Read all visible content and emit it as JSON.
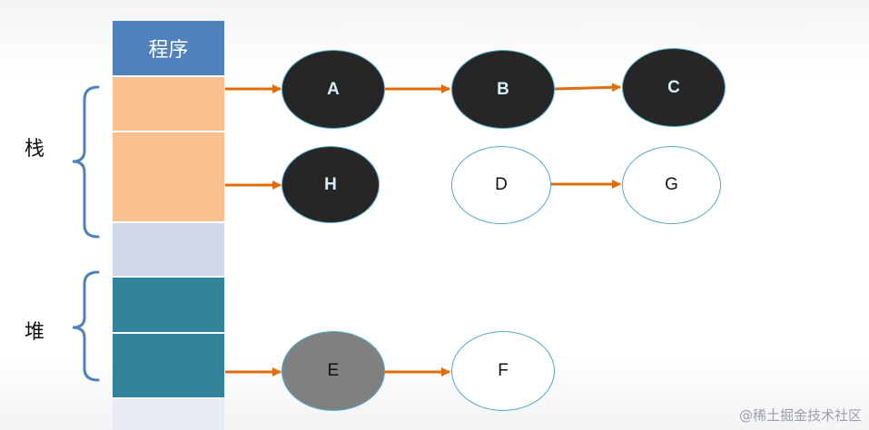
{
  "program_column": {
    "title": "程序",
    "colors": {
      "title": "#4f81bd",
      "stack": "#fac090",
      "free": "#d0d9e8",
      "heap": "#31849b"
    }
  },
  "regions": {
    "stack_label": "栈",
    "heap_label": "堆"
  },
  "nodes": [
    {
      "id": "A",
      "label": "A",
      "fill": "dark"
    },
    {
      "id": "B",
      "label": "B",
      "fill": "dark"
    },
    {
      "id": "C",
      "label": "C",
      "fill": "dark"
    },
    {
      "id": "H",
      "label": "H",
      "fill": "dark"
    },
    {
      "id": "D",
      "label": "D",
      "fill": "white"
    },
    {
      "id": "G",
      "label": "G",
      "fill": "white"
    },
    {
      "id": "E",
      "label": "E",
      "fill": "gray"
    },
    {
      "id": "F",
      "label": "F",
      "fill": "white"
    }
  ],
  "edges": [
    {
      "from": "stack-slot-1",
      "to": "A"
    },
    {
      "from": "A",
      "to": "B"
    },
    {
      "from": "B",
      "to": "C"
    },
    {
      "from": "stack-slot-2",
      "to": "H"
    },
    {
      "from": "D",
      "to": "G"
    },
    {
      "from": "heap-slot-2",
      "to": "E"
    },
    {
      "from": "E",
      "to": "F"
    }
  ],
  "arrow_color": "#e36c09",
  "watermark": "@稀土掘金技术社区"
}
